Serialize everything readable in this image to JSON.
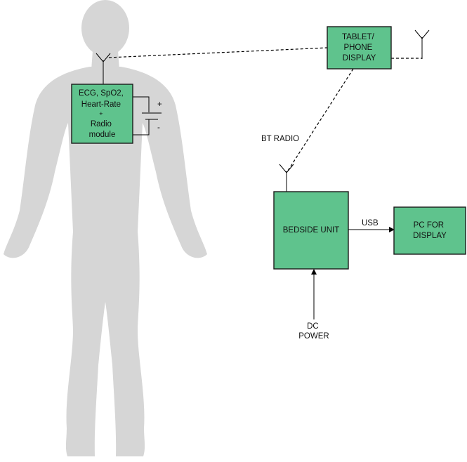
{
  "colors": {
    "block_fill": "#5fc38d",
    "block_stroke": "#1b1b1b",
    "silhouette": "#d6d6d6"
  },
  "blocks": {
    "sensor": [
      "ECG, SpO2,",
      "Heart-Rate",
      "+",
      "Radio",
      "module"
    ],
    "tablet": [
      "TABLET/",
      "PHONE",
      "DISPLAY"
    ],
    "bedside": [
      "BEDSIDE UNIT"
    ],
    "pc": [
      "PC FOR",
      "DISPLAY"
    ]
  },
  "battery": {
    "plus": "+",
    "minus": "-"
  },
  "labels": {
    "bt_radio": "BT RADIO",
    "usb": "USB",
    "dc_power": [
      "DC",
      "POWER"
    ]
  },
  "icons": [
    "antenna-icon",
    "battery-icon",
    "arrow-right-icon",
    "arrow-up-icon",
    "human-silhouette-icon"
  ]
}
